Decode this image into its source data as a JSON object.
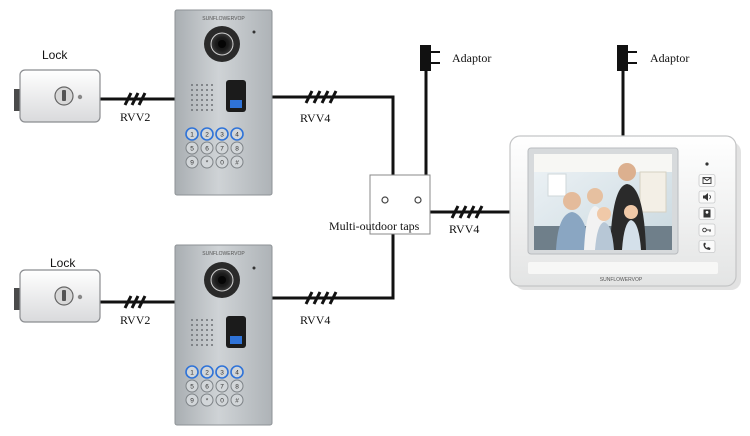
{
  "labels": {
    "lock_top": "Lock",
    "lock_bottom": "Lock",
    "cable_lock_top": "RVV2",
    "cable_lock_bottom": "RVV2",
    "cable_panel_top": "RVV4",
    "cable_panel_bottom": "RVV4",
    "cable_monitor": "RVV4",
    "taps": "Multi-outdoor taps",
    "adaptor_taps": "Adaptor",
    "adaptor_monitor": "Adaptor"
  },
  "brand": {
    "panel_top": "SUNFLOWERVOP",
    "panel_bottom": "SUNFLOWERVOP",
    "monitor": "SUNFLOWERVOP"
  },
  "keypad": [
    "1",
    "2",
    "3",
    "4",
    "5",
    "6",
    "7",
    "8",
    "9",
    "*",
    "0",
    "#"
  ],
  "monitor_icons": [
    "dot",
    "envelope-icon",
    "speaker-icon",
    "user-icon",
    "key-icon",
    "phone-icon"
  ],
  "colors": {
    "wire": "#111111",
    "panel": "#b9bec2",
    "monitor": "#f4f4f2",
    "keypad_led": "#2f73d8"
  }
}
